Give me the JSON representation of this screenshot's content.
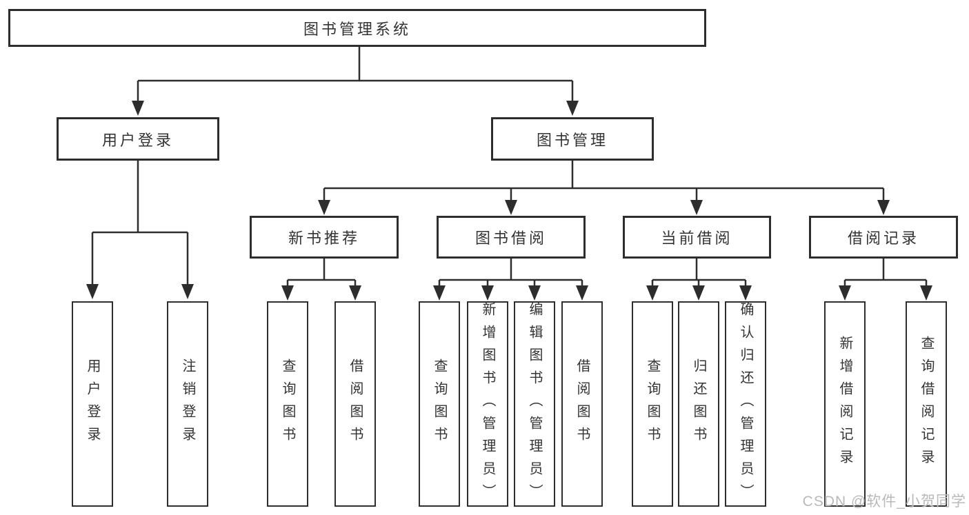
{
  "tree": {
    "root": {
      "label": "图书管理系统"
    },
    "branches": [
      {
        "label": "用户登录",
        "children": [
          "用户登录",
          "注销登录"
        ]
      },
      {
        "label": "图书管理",
        "children": [
          {
            "label": "新书推荐",
            "children": [
              "查询图书",
              "借阅图书"
            ]
          },
          {
            "label": "图书借阅",
            "children": [
              "查询图书",
              "新增图书（管理员）",
              "编辑图书（管理员）",
              "借阅图书"
            ]
          },
          {
            "label": "当前借阅",
            "children": [
              "查询图书",
              "归还图书",
              "确认归还（管理员）"
            ]
          },
          {
            "label": "借阅记录",
            "children": [
              "新增借阅记录",
              "查询借阅记录"
            ]
          }
        ]
      }
    ]
  },
  "watermark": {
    "text": "CSDN @软件_小贺同学"
  },
  "colors": {
    "line": "#2d2d2d",
    "text": "#333333",
    "watermark": "#b9b9b9",
    "background": "#ffffff"
  }
}
